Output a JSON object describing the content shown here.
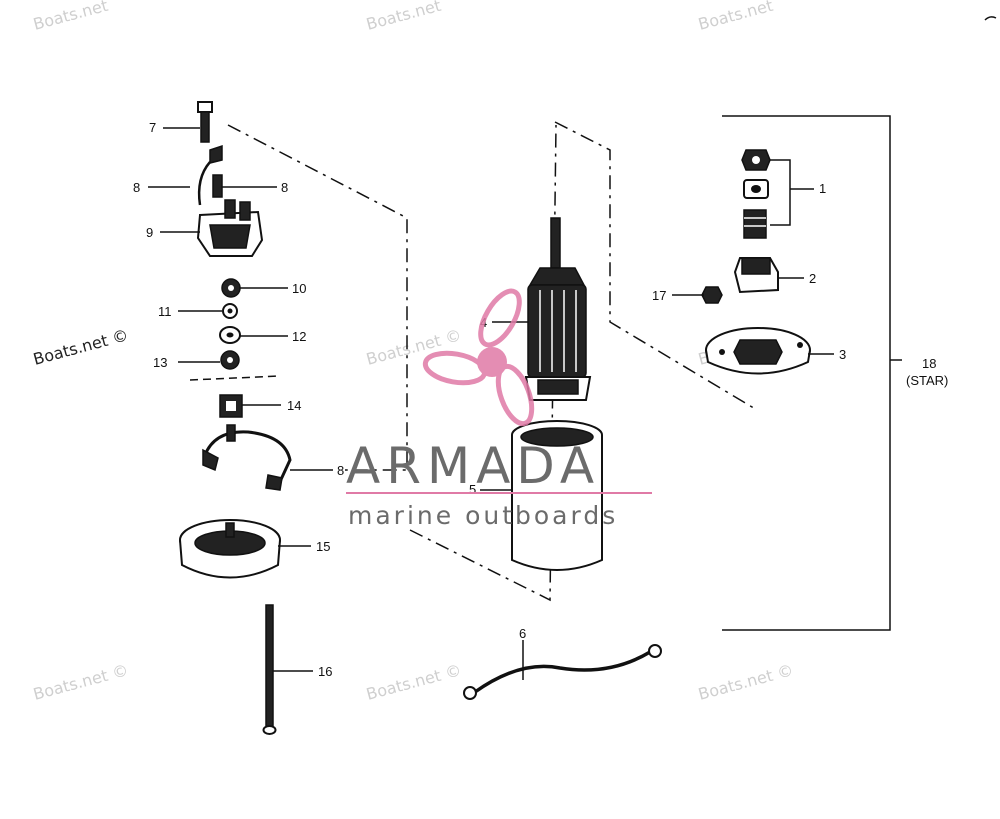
{
  "watermarks": [
    "Boats.net",
    "Boats.net",
    "Boats.net",
    "Boats.net ©",
    "Boats.net ©",
    "Boats.net ©",
    "Boats.net ©",
    "Boats.net ©",
    "Boats.net ©"
  ],
  "brand": {
    "name": "ARMADA",
    "tagline": "marine outboards",
    "accent_color": "#e07aa6",
    "text_color": "#6b6b6b"
  },
  "callouts": {
    "c1": "1",
    "c2": "2",
    "c3": "3",
    "c4": "4",
    "c5": "5",
    "c6": "6",
    "c7": "7",
    "c8a": "8",
    "c8b": "8",
    "c8c": "8",
    "c9": "9",
    "c10": "10",
    "c11": "11",
    "c12": "12",
    "c13": "13",
    "c14": "14",
    "c15": "15",
    "c16": "16",
    "c17": "17",
    "c18": "18",
    "c18_note": "(STAR)"
  }
}
